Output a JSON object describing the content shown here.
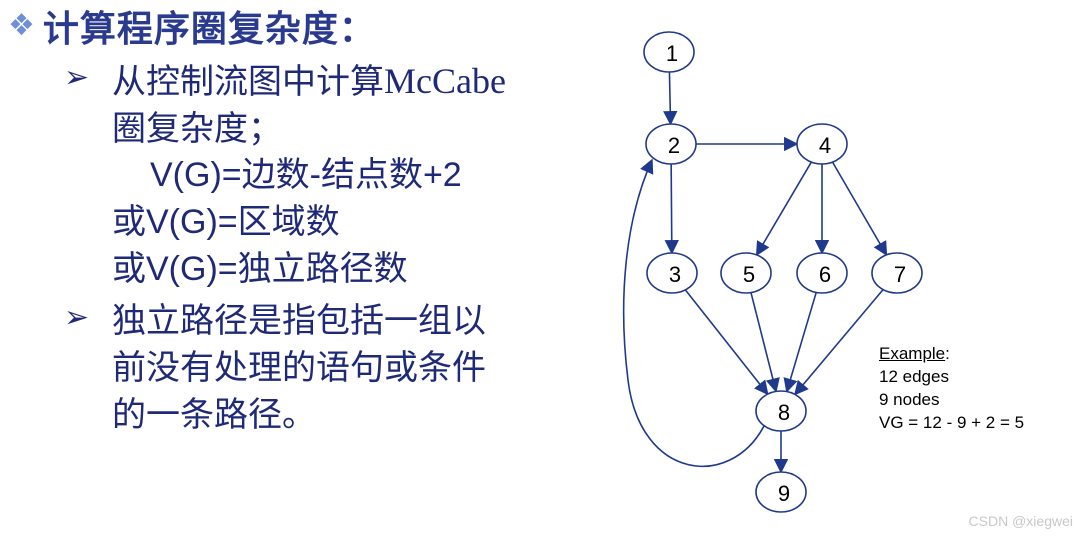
{
  "heading": {
    "bullet_icon": "diamond-bullet-icon",
    "text": "计算程序圈复杂度："
  },
  "bullets": [
    {
      "icon": "arrow-bullet-icon",
      "lines": [
        "从控制流图中计算",
        "McCabe",
        "圈复杂度；"
      ]
    },
    {
      "icon": "arrow-bullet-icon",
      "lines": [
        "独立路径是指包括一组以",
        "前没有处理的语句或条件",
        "的一条路径。"
      ]
    }
  ],
  "formulas": [
    "V(G)=边数-结点数+2",
    "或V(G)=区域数",
    "或V(G)=独立路径数"
  ],
  "graph": {
    "nodes": [
      {
        "id": "1",
        "label": "1"
      },
      {
        "id": "2",
        "label": "2"
      },
      {
        "id": "3",
        "label": "3"
      },
      {
        "id": "4",
        "label": "4"
      },
      {
        "id": "5",
        "label": "5"
      },
      {
        "id": "6",
        "label": "6"
      },
      {
        "id": "7",
        "label": "7"
      },
      {
        "id": "8",
        "label": "8"
      },
      {
        "id": "9",
        "label": "9"
      }
    ],
    "edges": [
      [
        "1",
        "2"
      ],
      [
        "2",
        "3"
      ],
      [
        "2",
        "4"
      ],
      [
        "4",
        "5"
      ],
      [
        "4",
        "6"
      ],
      [
        "4",
        "7"
      ],
      [
        "3",
        "8"
      ],
      [
        "5",
        "8"
      ],
      [
        "6",
        "8"
      ],
      [
        "7",
        "8"
      ],
      [
        "8",
        "2"
      ],
      [
        "8",
        "9"
      ]
    ],
    "stroke_color": "#1f3a8c"
  },
  "example": {
    "title": "Example",
    "colon": ":",
    "lines": [
      "12 edges",
      "9 nodes",
      "VG = 12 - 9 + 2 = 5"
    ]
  },
  "watermark": "CSDN @xiegwei"
}
